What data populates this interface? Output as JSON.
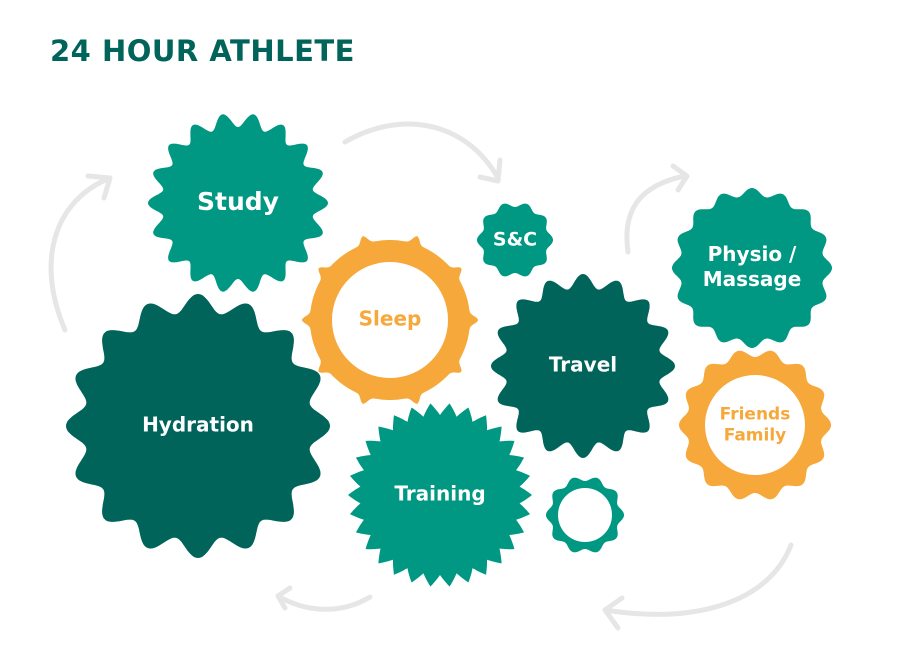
{
  "title": "24 HOUR ATHLETE",
  "colors": {
    "teal": "#009882",
    "dark": "#00645a",
    "orange": "#f6a83a",
    "arrow": "#e6e6e6",
    "text_light": "#ffffff"
  },
  "gears": [
    {
      "id": "hydration",
      "label": [
        "Hydration"
      ],
      "color": "dark",
      "text": "text_light"
    },
    {
      "id": "study",
      "label": [
        "Study"
      ],
      "color": "teal",
      "text": "text_light"
    },
    {
      "id": "sleep",
      "label": [
        "Sleep"
      ],
      "color": "orange",
      "text": "orange",
      "ring": true
    },
    {
      "id": "sc",
      "label": [
        "S&C"
      ],
      "color": "teal",
      "text": "text_light"
    },
    {
      "id": "travel",
      "label": [
        "Travel"
      ],
      "color": "dark",
      "text": "text_light"
    },
    {
      "id": "physio",
      "label": [
        "Physio /",
        "Massage"
      ],
      "color": "teal",
      "text": "text_light"
    },
    {
      "id": "friends",
      "label": [
        "Friends",
        "Family"
      ],
      "color": "orange",
      "text": "orange",
      "ring": true
    },
    {
      "id": "training",
      "label": [
        "Training"
      ],
      "color": "teal",
      "text": "text_light"
    },
    {
      "id": "small-ring",
      "label": [],
      "color": "teal",
      "text": "text_light",
      "ring": true
    }
  ]
}
